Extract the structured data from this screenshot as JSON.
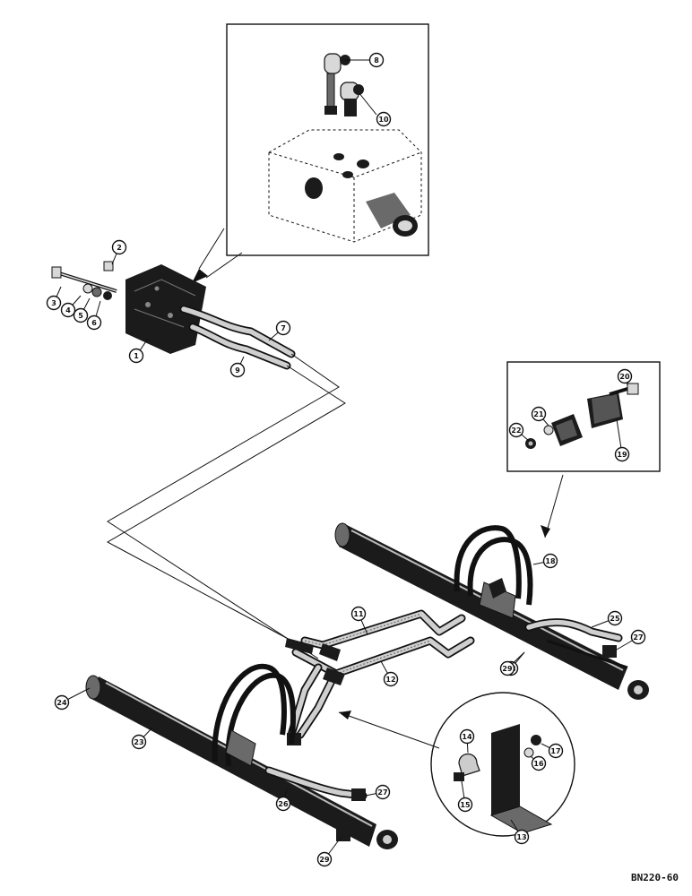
{
  "drawing_code": "BN220-60",
  "callouts": [
    {
      "id": "c1",
      "label": "1"
    },
    {
      "id": "c2",
      "label": "2"
    },
    {
      "id": "c3",
      "label": "3"
    },
    {
      "id": "c4",
      "label": "4"
    },
    {
      "id": "c5",
      "label": "5"
    },
    {
      "id": "c6",
      "label": "6"
    },
    {
      "id": "c7",
      "label": "7"
    },
    {
      "id": "c8",
      "label": "8"
    },
    {
      "id": "c9",
      "label": "9"
    },
    {
      "id": "c10",
      "label": "10"
    },
    {
      "id": "c11",
      "label": "11"
    },
    {
      "id": "c12",
      "label": "12"
    },
    {
      "id": "c13",
      "label": "13"
    },
    {
      "id": "c14",
      "label": "14"
    },
    {
      "id": "c15",
      "label": "15"
    },
    {
      "id": "c16",
      "label": "16"
    },
    {
      "id": "c17",
      "label": "17"
    },
    {
      "id": "c18",
      "label": "18"
    },
    {
      "id": "c19",
      "label": "19"
    },
    {
      "id": "c20",
      "label": "20"
    },
    {
      "id": "c21",
      "label": "21"
    },
    {
      "id": "c22",
      "label": "22"
    },
    {
      "id": "c23",
      "label": "23"
    },
    {
      "id": "c24",
      "label": "24"
    },
    {
      "id": "c25",
      "label": "25"
    },
    {
      "id": "c26",
      "label": "26"
    },
    {
      "id": "c27a",
      "label": "27"
    },
    {
      "id": "c27b",
      "label": "27"
    },
    {
      "id": "c28",
      "label": "28"
    },
    {
      "id": "c29a",
      "label": "29"
    },
    {
      "id": "c29b",
      "label": "29"
    }
  ]
}
